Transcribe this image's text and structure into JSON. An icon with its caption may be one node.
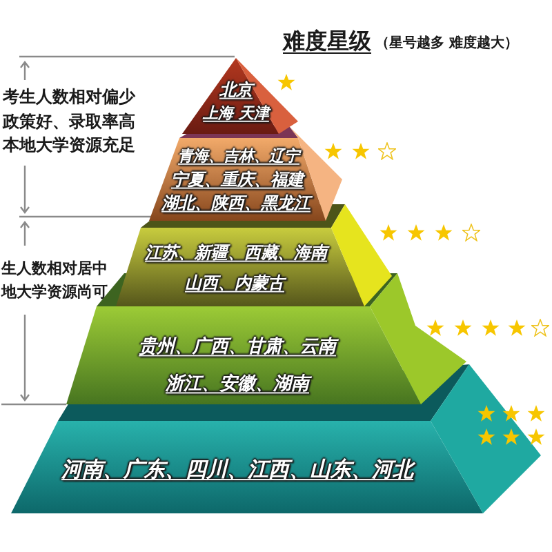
{
  "diagram": {
    "title": "难度星级",
    "nodes": [
      {
        "text": [
          "北京",
          "上海 天津"
        ]
      },
      {
        "text": [
          "青海、吉林、辽宁",
          "宁夏、重庆、福建",
          "湖北、陕西、黑龙江"
        ]
      },
      {
        "text": [
          "江苏、新疆、西藏、海南",
          "山西、内蒙古"
        ]
      },
      {
        "text": [
          "贵州、广西、甘肃、云南",
          "浙江、安徽、湖南"
        ]
      },
      {
        "text": [
          "河南、广东、四川、江西、山东、河北"
        ]
      }
    ],
    "labels": [
      "（星号越多 难度越大）",
      "考生人数相对偏少政策好、录取率高本地大学资源充足",
      "生人数相对居中地大学资源尚可"
    ]
  }
}
